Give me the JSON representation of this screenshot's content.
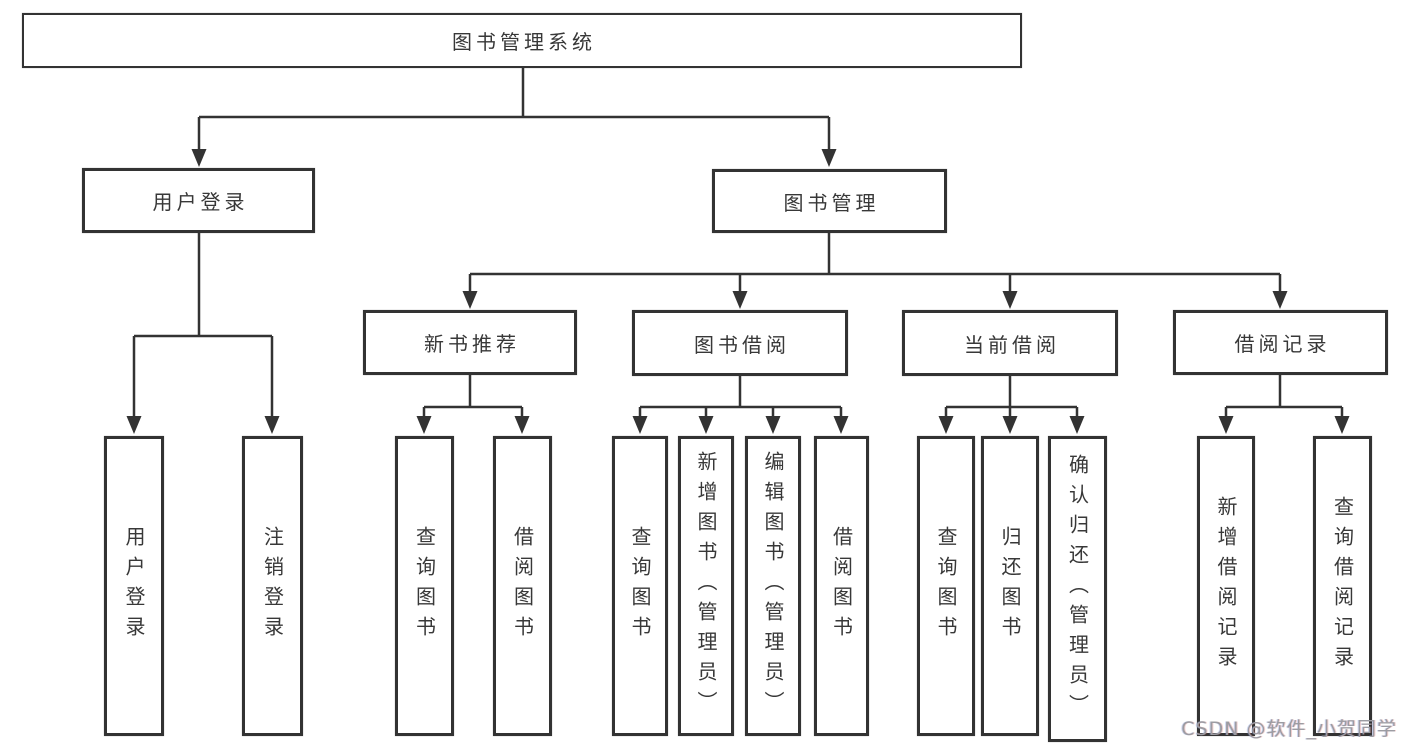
{
  "tree": {
    "root": {
      "label": "图书管理系统"
    },
    "login": {
      "label": "用户登录",
      "children": [
        "用户登录",
        "注销登录"
      ]
    },
    "mgmt": {
      "label": "图书管理"
    },
    "new_book": {
      "label": "新书推荐",
      "children": [
        "查询图书",
        "借阅图书"
      ]
    },
    "book_borrow": {
      "label": "图书借阅",
      "children": [
        "查询图书",
        "新增图书（管理员）",
        "编辑图书（管理员）",
        "借阅图书"
      ]
    },
    "current_borrow": {
      "label": "当前借阅",
      "children": [
        "查询图书",
        "归还图书",
        "确认归还（管理员）"
      ]
    },
    "borrow_record": {
      "label": "借阅记录",
      "children": [
        "新增借阅记录",
        "查询借阅记录"
      ]
    },
    "watermark": {
      "text": "CSDN @软件_小贺同学"
    },
    "colors": {
      "line": "#333333",
      "box_border": "#333333",
      "text": "#383838",
      "background": "#ffffff",
      "watermark": "#9c9ca2"
    }
  }
}
